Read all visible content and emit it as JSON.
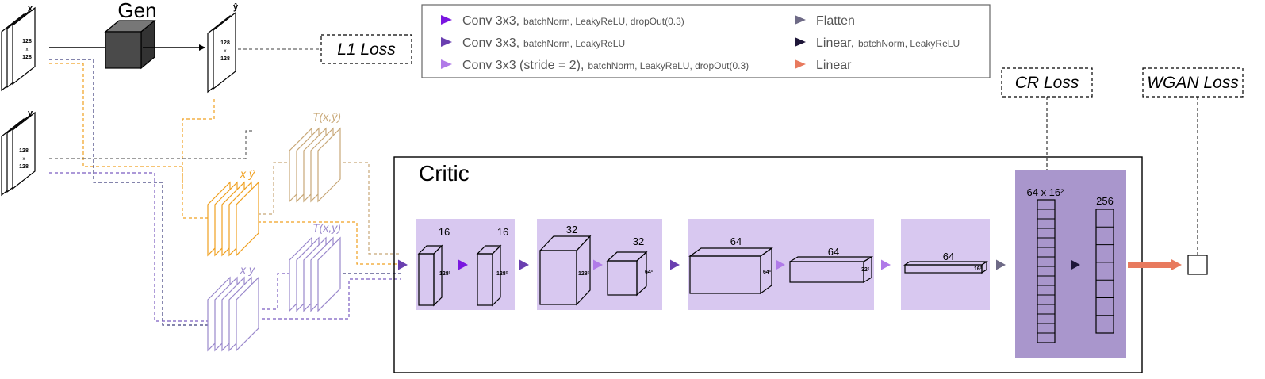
{
  "generator": {
    "label": "Gen"
  },
  "inputs": {
    "x": {
      "label": "x",
      "size_top": "128",
      "size_mid": "x",
      "size_bot": "128"
    },
    "y": {
      "label": "y",
      "size_top": "128",
      "size_mid": "x",
      "size_bot": "128"
    },
    "yhat": {
      "label": "ŷ",
      "size_top": "128",
      "size_mid": "x",
      "size_bot": "128"
    }
  },
  "losses": {
    "l1": "L1 Loss",
    "cr": "CR Loss",
    "wgan": "WGAN Loss"
  },
  "stacks": {
    "t_x_yhat": "T(x,ŷ)",
    "x_yhat": "x ŷ",
    "t_x_y": "T(x,y)",
    "x_y": "x y"
  },
  "critic": {
    "title": "Critic",
    "block1": {
      "top_a": "16",
      "top_b": "16",
      "side_a": "128²",
      "side_b": "128²"
    },
    "block2": {
      "top_a": "32",
      "top_b": "32",
      "side_a": "128²",
      "side_b": "64²"
    },
    "block3": {
      "top_a": "64",
      "top_b": "64",
      "side_a": "64²",
      "side_b": "32²"
    },
    "block4": {
      "top": "64",
      "side": "16²"
    },
    "flatten_label": "64 x 16²",
    "linear_label": "256"
  },
  "legend": [
    {
      "main": "Conv 3x3,",
      "sub": "batchNorm, LeakyReLU, dropOut(0.3)",
      "color": "#7a16e0"
    },
    {
      "main": "Conv 3x3,",
      "sub": "batchNorm, LeakyReLU",
      "color": "#6a3fb0"
    },
    {
      "main": "Conv 3x3 (stride = 2),",
      "sub": "batchNorm, LeakyReLU, dropOut(0.3)",
      "color": "#b07ae8"
    },
    {
      "main": "Flatten",
      "sub": "",
      "color": "#6e6a86"
    },
    {
      "main": "Linear,",
      "sub": "batchNorm, LeakyReLU",
      "color": "#1e1638"
    },
    {
      "main": "Linear",
      "sub": "",
      "color": "#e87a5e"
    }
  ],
  "colors": {
    "purple_panel": "#d8c8f0",
    "dark_panel": "#a996cc",
    "orange": "#f0a020",
    "tan": "#c8a878",
    "lavender": "#9a88cc",
    "violet": "#7a5cc0",
    "dash_gray": "#666666",
    "dash_navy": "#3a3a7a",
    "output_arrow": "#e87a5e"
  }
}
